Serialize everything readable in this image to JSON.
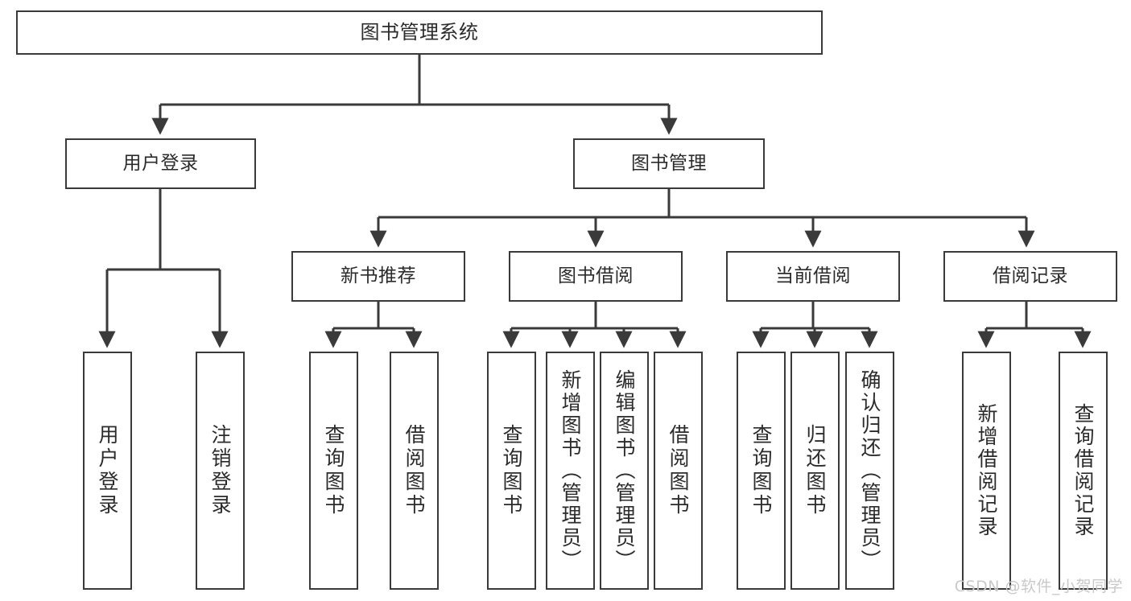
{
  "diagram": {
    "title": "图书管理系统",
    "type": "hierarchy-tree",
    "background_color": "#ffffff",
    "stroke_color": "#3a3a3a",
    "text_color": "#2b2b2b"
  },
  "watermark": {
    "text": "CSDN @软件_小贺同学",
    "color": "#c9c9c9"
  },
  "nodes": {
    "root": {
      "label": "图书管理系统"
    },
    "level1": [
      {
        "label": "用户登录"
      },
      {
        "label": "图书管理"
      }
    ],
    "level2": [
      {
        "label": "新书推荐"
      },
      {
        "label": "图书借阅"
      },
      {
        "label": "当前借阅"
      },
      {
        "label": "借阅记录"
      }
    ],
    "leaves": {
      "user_login": [
        {
          "label": "用户登录"
        },
        {
          "label": "注销登录"
        }
      ],
      "new_book": [
        {
          "label": "查询图书"
        },
        {
          "label": "借阅图书"
        }
      ],
      "book_borrow": [
        {
          "label": "查询图书"
        },
        {
          "label": "新增图书（管理员）"
        },
        {
          "label": "编辑图书（管理员）"
        },
        {
          "label": "借阅图书"
        }
      ],
      "current_borrow": [
        {
          "label": "查询图书"
        },
        {
          "label": "归还图书"
        },
        {
          "label": "确认归还（管理员）"
        }
      ],
      "borrow_record": [
        {
          "label": "新增借阅记录"
        },
        {
          "label": "查询借阅记录"
        }
      ]
    }
  }
}
